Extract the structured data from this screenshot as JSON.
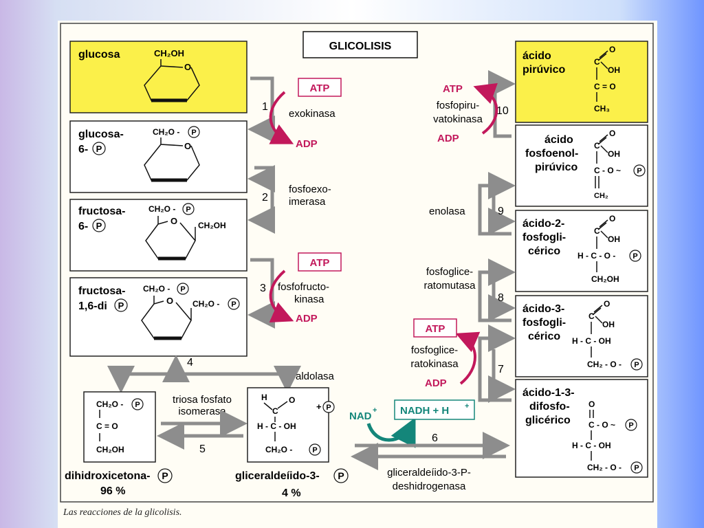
{
  "title": "GLICOLISIS",
  "caption": "Las reacciones de la glicolisis.",
  "compounds": {
    "glucosa": {
      "name": "glucosa",
      "group": "CH₂OH"
    },
    "g6p": {
      "line1": "glucosa-",
      "line2": "6-",
      "group": "CH₂O -"
    },
    "f6p": {
      "line1": "fructosa-",
      "line2": "6-",
      "group1": "CH₂O -",
      "group2": "CH₂OH"
    },
    "f16bp": {
      "line1": "fructosa-",
      "line2": "1,6-di",
      "group1": "CH₂O -",
      "group2": "CH₂O -"
    },
    "dhap": {
      "name": "dihidroxicetona-",
      "pct": "96 %",
      "l1": "CH₂O -",
      "l2": "C = O",
      "l3": "CH₂OH"
    },
    "gap": {
      "name": "gliceraldeíido-3-",
      "pct": "4 %",
      "l1": "H",
      "l2": "C",
      "l3": "O",
      "l4": "H - C - OH",
      "l5": "CH₂O -",
      "plus": "+"
    },
    "piruvico": {
      "line1": "ácido",
      "line2": "pirúvico"
    },
    "pep": {
      "line1": "ácido",
      "line2": "fosfoenol-",
      "line3": "pirúvico"
    },
    "pg2": {
      "line1": "ácido-2-",
      "line2": "fosfogli-",
      "line3": "cérico"
    },
    "pg3": {
      "line1": "ácido-3-",
      "line2": "fosfogli-",
      "line3": "cérico"
    },
    "bpg13": {
      "line1": "ácido-1-3-",
      "line2": "difosfo-",
      "line3": "glicérico"
    }
  },
  "phosphate": "P",
  "steps": [
    {
      "num": "1",
      "enzyme": [
        "exokinasa"
      ]
    },
    {
      "num": "2",
      "enzyme": [
        "fosfoexo-",
        "imerasa"
      ]
    },
    {
      "num": "3",
      "enzyme": [
        "fosfofructo-",
        "kinasa"
      ]
    },
    {
      "num": "4",
      "enzyme": [
        "aldolasa"
      ]
    },
    {
      "num": "5",
      "enzyme": [
        "triosa fosfato",
        "isomerasa"
      ]
    },
    {
      "num": "6",
      "enzyme": [
        "gliceraldeíido-3-P-",
        "deshidrogenasa"
      ]
    },
    {
      "num": "7",
      "enzyme": [
        "fosfoglice-",
        "ratokinasa"
      ]
    },
    {
      "num": "8",
      "enzyme": [
        "fosfoglice-",
        "ratomutasa"
      ]
    },
    {
      "num": "9",
      "enzyme": [
        "enolasa"
      ]
    },
    {
      "num": "10",
      "enzyme": [
        "fosfopiru-",
        "vatokinasa"
      ]
    }
  ],
  "cofactors": {
    "atp": "ATP",
    "adp": "ADP",
    "nad": "NAD",
    "nadh": "NADH + H",
    "plus_sup": "+"
  },
  "chem": {
    "O": "O",
    "OH": "OH",
    "C": "C",
    "CO": "C = O",
    "CH3": "CH₃",
    "CH2": "CH₂",
    "CO_tilde": "C - O ~",
    "CH2OH": "CH₂OH",
    "HCO": "H - C - O -",
    "HCOH": "H - C - OH",
    "CO_tilde2": "C - O ~",
    "CH2O": "CH₂ - O -"
  },
  "colors": {
    "yellow": "#fbf04a",
    "magenta": "#c2185b",
    "teal": "#14867a",
    "arrow_gray": "#8d8d8d"
  }
}
